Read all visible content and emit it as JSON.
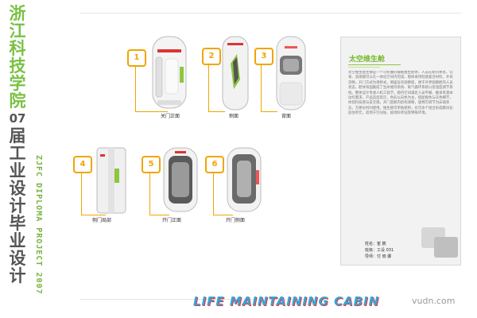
{
  "left_title": {
    "chars": [
      "浙",
      "江",
      "科",
      "技",
      "学",
      "院",
      "07",
      "届",
      "工",
      "业",
      "设",
      "计",
      "毕",
      "业",
      "设",
      "计"
    ],
    "project": "ZJFC DIPLOMA PROJECT 2007"
  },
  "panels": [
    {
      "number": "1",
      "caption": "关门正面"
    },
    {
      "number": "2",
      "caption": "侧面"
    },
    {
      "number": "3",
      "caption": "背面"
    },
    {
      "number": "4",
      "caption": "侧门局部"
    },
    {
      "number": "5",
      "caption": "开门正面"
    },
    {
      "number": "6",
      "caption": "开门侧面"
    }
  ],
  "text_panel": {
    "title": "太空维生舱",
    "body": "太空维生舱主要是一个可折叠的睡眠维生舱体，人员在舱内休息、饮食、洗漱都可以在一体化空间内完成。舱体采用轻质复合材料，外形流畅，开门方式为滑移式。侧面设有观察窗，便于外界观察舱内人员状态。舱体背面集成了生命维持系统、氧气循环系统以及温度调节系统。整体设计考虑人机工程学，舱内空间满足人员平躺、翻身等基本动作需求。产品造型简洁，色彩以白色为主，搭配橙色与灰色细节，体现科技感与安全感。开门后舱内结构清晰，座椅可调节为床铺状态，方便长时间使用。维生舱可单独使用，也可多个组合形成模块化居住单元，适用于空间站、极地科考站等特殊环境。",
    "designer_label": "姓名：",
    "designer": "崔 鹏",
    "class_label": "班级：",
    "class": "工设 031",
    "advisor_label": "导师：",
    "advisor": "付  晓  娜"
  },
  "footer": "LIFE MAINTAINING CABIN",
  "watermark": "vudn.com",
  "colors": {
    "accent_orange": "#f0a500",
    "accent_green": "#7ac143",
    "footer_blue": "#3aa4d8"
  }
}
